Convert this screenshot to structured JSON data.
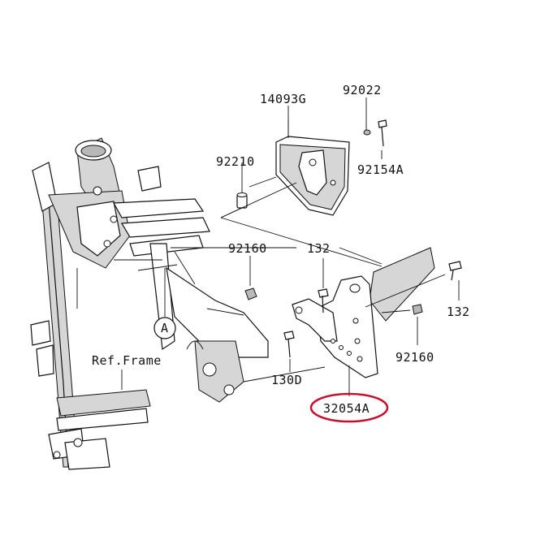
{
  "parts": {
    "p14093G": "14093G",
    "p92022": "92022",
    "p92210": "92210",
    "p92154A": "92154A",
    "p92160_left": "92160",
    "p132_top": "132",
    "p132_right": "132",
    "p92160_right": "92160",
    "p130D": "130D",
    "p32054A": "32054A"
  },
  "callouts": {
    "a_circle": "A",
    "ref_frame": "Ref.Frame"
  },
  "highlight": {
    "part": "32054A",
    "ring_color": "#c8102e"
  }
}
